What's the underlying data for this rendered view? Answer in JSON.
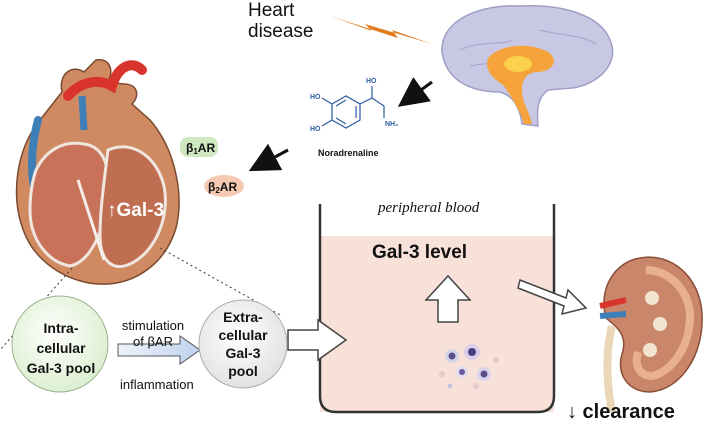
{
  "labels": {
    "trigger": "Heart disease",
    "molecule": "Noradrenaline",
    "beta1_prefix": "β",
    "beta1_sub": "1",
    "beta1_suffix": "AR",
    "beta2_prefix": "β",
    "beta2_sub": "2",
    "beta2_suffix": "AR",
    "heart_gal3": "↑Gal-3",
    "peripheral_blood": "peripheral blood",
    "gal3_level": "Gal-3 level",
    "intra_pool_lines": [
      "Intra-",
      "cellular",
      "Gal-3 pool"
    ],
    "extra_pool_lines": [
      "Extra-",
      "cellular",
      "Gal-3",
      "pool"
    ],
    "stimulation_line1": "stimulation",
    "stimulation_line2": "of βAR",
    "inflammation": "inflammation",
    "clearance": "↓ clearance"
  },
  "molecule_atoms": {
    "ho_top": "HO",
    "ho_bottom": "HO",
    "oh_chain": "HO",
    "nh2": "NH₂"
  },
  "colors": {
    "lightning": "#E07A1A",
    "beta1_pill": "#CFE8C0",
    "beta2_pill": "#F6C9B3",
    "blood_fill": "#F8E1D8",
    "intra_pool": "#E6F2DC",
    "extra_pool": "#EEEEEE",
    "heart_muscle": "#C97E59",
    "aorta_red": "#D9342B",
    "vessel_blue": "#3F7FB8",
    "kidney": "#C9866A",
    "brain": "#C9C9E6",
    "brain_center": "#F4A53A"
  }
}
